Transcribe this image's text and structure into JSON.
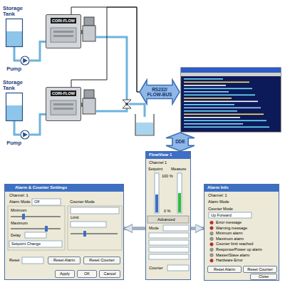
{
  "diagram": {
    "nodes": [
      {
        "text": [
          "Storage Tank"
        ]
      },
      {
        "text": [
          "Pump"
        ]
      },
      {
        "text": [
          "CORI-FLOW"
        ]
      },
      {
        "text": [
          "Storage Tank"
        ]
      },
      {
        "text": [
          "Pump"
        ]
      },
      {
        "text": [
          "CORI-FLOW"
        ]
      },
      {
        "text": [
          "RS232/ FLOW-BUS"
        ]
      },
      {
        "text": [
          "DDE"
        ]
      },
      {
        "text": [
          "Alarm & Counter Settings",
          "Channel: 1",
          "Alarm Mode",
          "Off",
          "Minimum",
          "Maximum",
          "Delay",
          "Setpoint Change",
          "Counter Mode",
          "Limit",
          "Reset"
        ]
      },
      {
        "text": [
          "Reset Alarm"
        ],
        "in": 8
      },
      {
        "text": [
          "Reset Counter"
        ],
        "in": 8
      },
      {
        "text": [
          "Apply"
        ],
        "in": 8
      },
      {
        "text": [
          "OK"
        ],
        "in": 8
      },
      {
        "text": [
          "Cancel"
        ],
        "in": 8
      },
      {
        "text": [
          "FlowView 1",
          "Channel 1",
          "Setpoint",
          "Measure",
          "100 %",
          "0 %",
          "Advanced",
          "Mode",
          "Counter"
        ]
      },
      {
        "text": [
          "Alarm Info",
          "Channel: 1",
          "Alarm Mode",
          "Counter Mode",
          "Up Forward",
          "Error message",
          "Warning message",
          "Minimum alarm",
          "Maximum alarm",
          "Counter limit reached",
          "Response/Power up alarm",
          "Master/Slave alarm",
          "Hardware Error"
        ]
      },
      {
        "text": [
          "Reset Alarm"
        ],
        "in": 15
      },
      {
        "text": [
          "Reset Counter"
        ],
        "in": 15
      },
      {
        "text": [
          "Close"
        ],
        "in": 15
      }
    ],
    "edges": [
      {
        "from": 0,
        "to": 1,
        "arrow": "none"
      },
      {
        "from": 1,
        "to": 2,
        "arrow": "none"
      },
      {
        "from": 3,
        "to": 4,
        "arrow": "none"
      },
      {
        "from": 4,
        "to": 5,
        "arrow": "none"
      },
      {
        "from": 2,
        "to": 6,
        "arrow": "none"
      },
      {
        "from": 5,
        "to": 6,
        "arrow": "none"
      },
      {
        "from": 14,
        "to": 8,
        "arrow": "to"
      },
      {
        "from": 14,
        "to": 15,
        "arrow": "to"
      }
    ]
  }
}
